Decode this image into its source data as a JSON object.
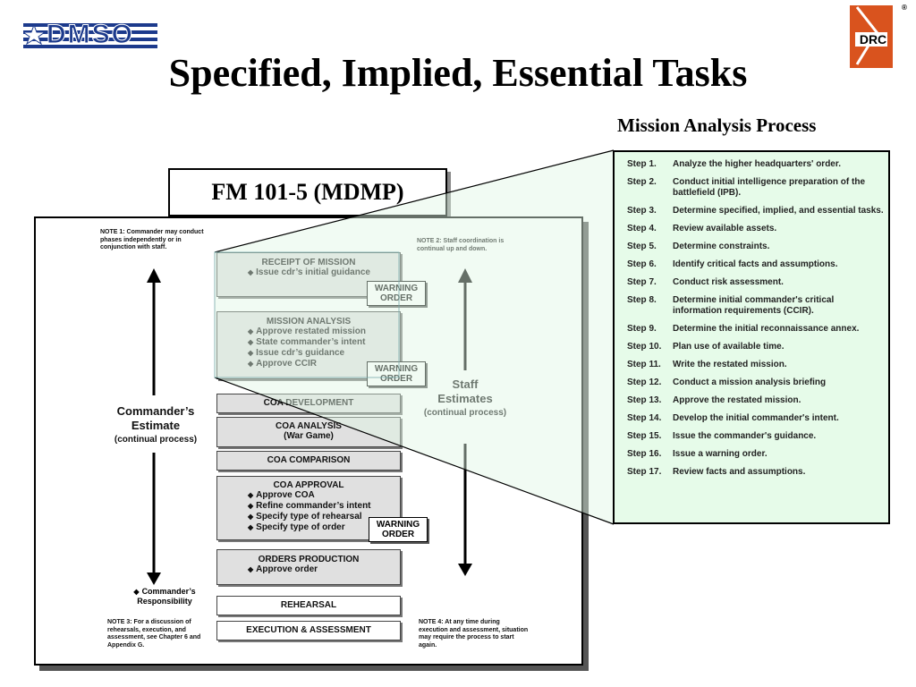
{
  "title": "Specified, Implied, Essential Tasks",
  "subtitle": "Mission Analysis Process",
  "logo_left": "DMSO",
  "logo_right": "DRC",
  "fm_label": "FM 101-5 (MDMP)",
  "notes": {
    "note1": "NOTE 1:  Commander may conduct phases independently or in conjunction with staff.",
    "note2": "NOTE 2:  Staff coordination is continual up and down.",
    "note3": "NOTE 3:  For a discussion of rehearsals, execution, and assessment, see Chapter 6 and Appendix G.",
    "note4": "NOTE 4:  At any time during execution and assessment, situation may require the process to start again."
  },
  "left_side": {
    "title_line1": "Commander’s",
    "title_line2": "Estimate",
    "sub": "(continual process)",
    "responsibility_line1": "Commander’s",
    "responsibility_line2": "Responsibility"
  },
  "right_side": {
    "title_line1": "Staff",
    "title_line2": "Estimates",
    "sub": "(continual process)"
  },
  "phases": {
    "receipt": {
      "title": "RECEIPT OF MISSION",
      "items": [
        "Issue cdr’s initial guidance"
      ]
    },
    "analysis": {
      "title": "MISSION ANALYSIS",
      "items": [
        "Approve restated mission",
        "State commander’s intent",
        "Issue cdr’s guidance",
        "Approve CCIR"
      ]
    },
    "coa_dev": {
      "title": "COA DEVELOPMENT"
    },
    "coa_analysis": {
      "title": "COA ANALYSIS",
      "sub": "(War Game)"
    },
    "coa_comp": {
      "title": "COA COMPARISON"
    },
    "coa_approval": {
      "title": "COA APPROVAL",
      "items": [
        "Approve COA",
        "Refine commander’s intent",
        "Specify type of rehearsal",
        "Specify type of order"
      ]
    },
    "orders": {
      "title": "ORDERS PRODUCTION",
      "items": [
        "Approve order"
      ]
    },
    "rehearsal": {
      "title": "REHEARSAL"
    },
    "execution": {
      "title": "EXECUTION & ASSESSMENT"
    }
  },
  "warning": {
    "line1": "WARNING",
    "line2": "ORDER"
  },
  "steps": [
    {
      "num": "Step 1.",
      "text": "Analyze the higher headquarters' order."
    },
    {
      "num": "Step 2.",
      "text": "Conduct initial intelligence preparation of the battlefield (IPB)."
    },
    {
      "num": "Step 3.",
      "text": "Determine specified, implied, and essential tasks."
    },
    {
      "num": "Step 4.",
      "text": "Review available assets."
    },
    {
      "num": "Step 5.",
      "text": "Determine constraints."
    },
    {
      "num": "Step 6.",
      "text": "Identify critical facts and assumptions."
    },
    {
      "num": "Step 7.",
      "text": "Conduct risk assessment."
    },
    {
      "num": "Step 8.",
      "text": "Determine initial commander's critical information requirements (CCIR)."
    },
    {
      "num": "Step 9.",
      "text": "Determine the initial reconnaissance annex."
    },
    {
      "num": "Step 10.",
      "text": "Plan use of available time."
    },
    {
      "num": "Step 11.",
      "text": "Write the restated mission."
    },
    {
      "num": "Step 12.",
      "text": "Conduct a mission analysis briefing"
    },
    {
      "num": "Step 13.",
      "text": "Approve the restated mission."
    },
    {
      "num": "Step 14.",
      "text": "Develop the initial commander's intent."
    },
    {
      "num": "Step 15.",
      "text": "Issue the commander's guidance."
    },
    {
      "num": "Step 16.",
      "text": "Issue a warning order."
    },
    {
      "num": "Step 17.",
      "text": "Review facts and assumptions."
    }
  ],
  "colors": {
    "highlight": "#e6fbe9",
    "logo_blue": "#1c3a8c",
    "logo_orange": "#d9531e"
  }
}
